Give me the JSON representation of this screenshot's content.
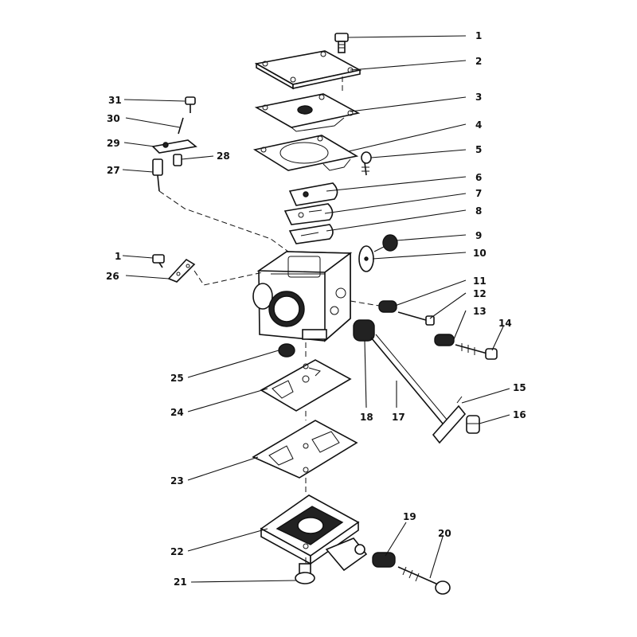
{
  "diagram": {
    "callouts": [
      {
        "id": "c1",
        "text": "1"
      },
      {
        "id": "c2",
        "text": "2"
      },
      {
        "id": "c3",
        "text": "3"
      },
      {
        "id": "c4",
        "text": "4"
      },
      {
        "id": "c5",
        "text": "5"
      },
      {
        "id": "c6",
        "text": "6"
      },
      {
        "id": "c7",
        "text": "7"
      },
      {
        "id": "c8",
        "text": "8"
      },
      {
        "id": "c9",
        "text": "9"
      },
      {
        "id": "c10",
        "text": "10"
      },
      {
        "id": "c11",
        "text": "11"
      },
      {
        "id": "c12",
        "text": "12"
      },
      {
        "id": "c13",
        "text": "13"
      },
      {
        "id": "c14",
        "text": "14"
      },
      {
        "id": "c15",
        "text": "15"
      },
      {
        "id": "c16",
        "text": "16"
      },
      {
        "id": "c17",
        "text": "17"
      },
      {
        "id": "c18",
        "text": "18"
      },
      {
        "id": "c19",
        "text": "19"
      },
      {
        "id": "c20",
        "text": "20"
      },
      {
        "id": "c21",
        "text": "21"
      },
      {
        "id": "c22",
        "text": "22"
      },
      {
        "id": "c23",
        "text": "23"
      },
      {
        "id": "c24",
        "text": "24"
      },
      {
        "id": "c25",
        "text": "25"
      },
      {
        "id": "c26",
        "text": "26"
      },
      {
        "id": "c27",
        "text": "27"
      },
      {
        "id": "c28",
        "text": "28"
      },
      {
        "id": "c29",
        "text": "29"
      },
      {
        "id": "c30",
        "text": "30"
      },
      {
        "id": "c31",
        "text": "31"
      },
      {
        "id": "c1b",
        "text": "1"
      }
    ]
  }
}
